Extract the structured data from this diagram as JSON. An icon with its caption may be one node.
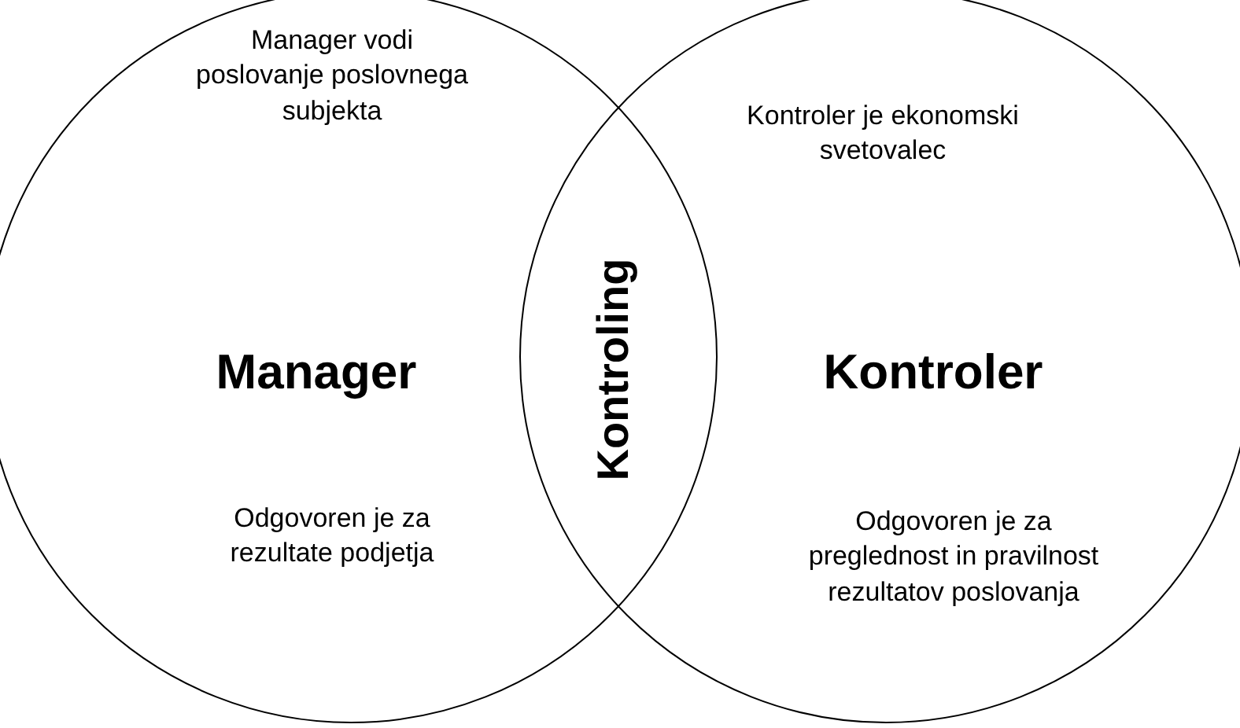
{
  "diagram": {
    "nodes": [
      {
        "text": [
          "Manager vodi poslovanje poslovnega subjekta",
          "Manager",
          "Odgovoren je za rezultate podjetja"
        ]
      },
      {
        "text": [
          "Kontroler je ekonomski svetovalec",
          "Kontroler",
          "Odgovoren je za preglednost in pravilnost rezultatov poslovanja"
        ]
      }
    ],
    "labels": [
      "Kontroling"
    ]
  }
}
